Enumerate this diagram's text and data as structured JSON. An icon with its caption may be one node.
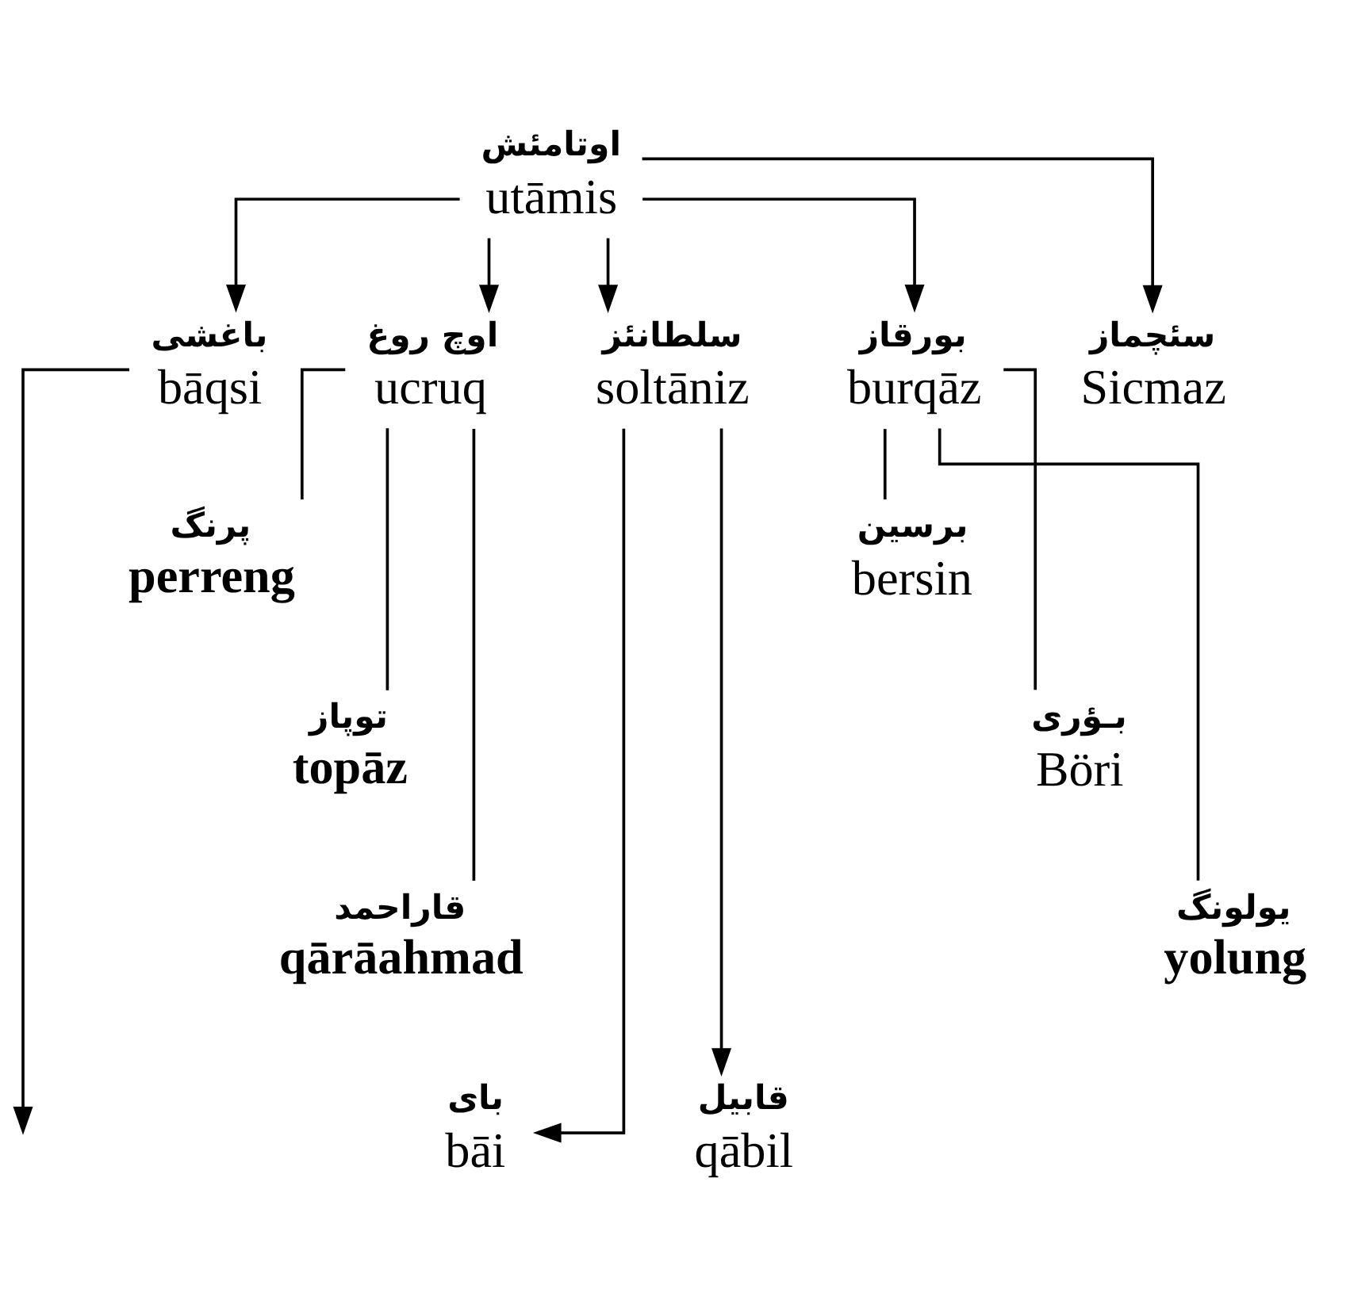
{
  "diagram": {
    "nodes": [
      {
        "text": [
          "اوتامئش",
          "utāmis"
        ]
      },
      {
        "text": [
          "باغشی",
          "bāqsi"
        ]
      },
      {
        "text": [
          "سلطانئز",
          "soltāniz"
        ]
      },
      {
        "text": [
          "اوچ روغ",
          "ucruq"
        ]
      },
      {
        "text": [
          "بورقاز",
          "burqāz"
        ]
      },
      {
        "text": [
          "سئچماز",
          "Sicmaz"
        ]
      },
      {
        "text": [
          "پرنگ",
          "perreng"
        ]
      },
      {
        "text": [
          "توپاز",
          "topāz"
        ]
      },
      {
        "text": [
          "قاراحمد",
          "qārāahmad"
        ]
      },
      {
        "text": [
          "برسین",
          "bersin"
        ]
      },
      {
        "text": [
          "بـؤری",
          "Böri"
        ]
      },
      {
        "text": [
          "یولونگ",
          "yolung"
        ]
      },
      {
        "text": [
          "بای",
          "bāi"
        ]
      },
      {
        "text": [
          "قابیل",
          "qābil"
        ]
      }
    ],
    "edges": [
      {
        "from": 0,
        "to": 1,
        "arrow": "to"
      },
      {
        "from": 0,
        "to": 2,
        "arrow": "to"
      },
      {
        "from": 0,
        "to": 3,
        "arrow": "to"
      },
      {
        "from": 0,
        "to": 4,
        "arrow": "to"
      },
      {
        "from": 0,
        "to": 5,
        "arrow": "to"
      },
      {
        "from": 3,
        "to": 6,
        "arrow": "none"
      },
      {
        "from": 3,
        "to": 7,
        "arrow": "none"
      },
      {
        "from": 3,
        "to": 8,
        "arrow": "none"
      },
      {
        "from": 4,
        "to": 9,
        "arrow": "none"
      },
      {
        "from": 4,
        "to": 10,
        "arrow": "none"
      },
      {
        "from": 4,
        "to": 11,
        "arrow": "none"
      },
      {
        "from": 2,
        "to": 12,
        "arrow": "to"
      },
      {
        "from": 2,
        "to": 13,
        "arrow": "to"
      },
      {
        "from": 1,
        "to": null,
        "arrow": "to"
      }
    ]
  }
}
